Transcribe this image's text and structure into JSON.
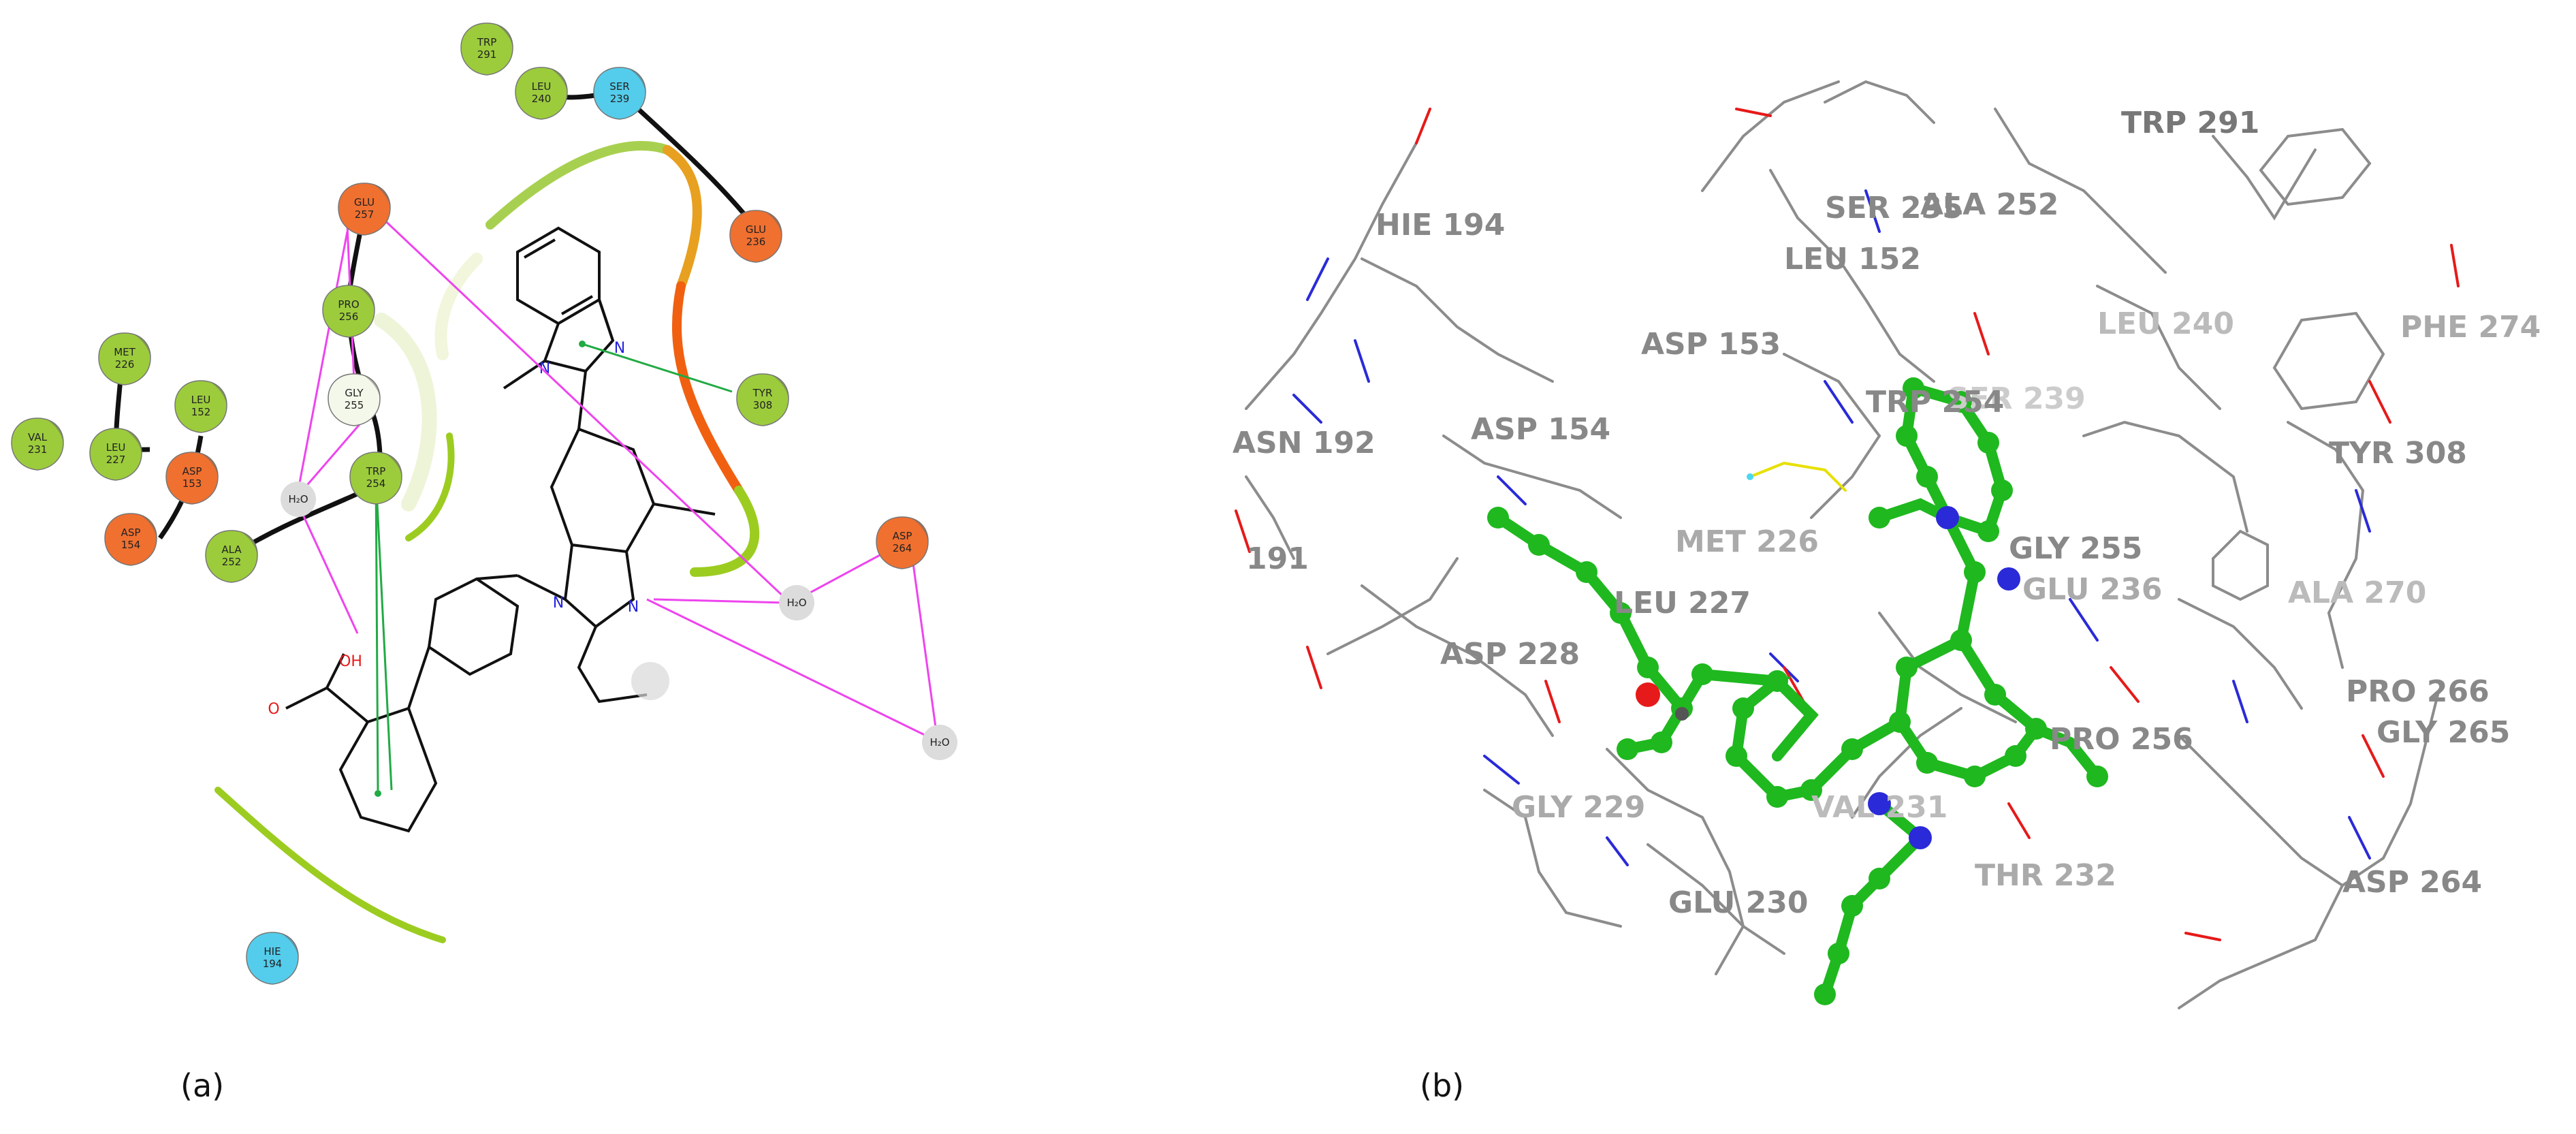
{
  "panel_a": {
    "caption": "(a)",
    "residues": [
      {
        "id": "trp291",
        "name": "TRP",
        "num": "291",
        "type": "hydrophobic"
      },
      {
        "id": "leu240",
        "name": "LEU",
        "num": "240",
        "type": "hydrophobic"
      },
      {
        "id": "ser239",
        "name": "SER",
        "num": "239",
        "type": "polar"
      },
      {
        "id": "glu236",
        "name": "GLU",
        "num": "236",
        "type": "negative"
      },
      {
        "id": "glu257",
        "name": "GLU",
        "num": "257",
        "type": "negative"
      },
      {
        "id": "pro256",
        "name": "PRO",
        "num": "256",
        "type": "hydrophobic"
      },
      {
        "id": "gly255",
        "name": "GLY",
        "num": "255",
        "type": "glycine"
      },
      {
        "id": "trp254",
        "name": "TRP",
        "num": "254",
        "type": "hydrophobic"
      },
      {
        "id": "tyr308",
        "name": "TYR",
        "num": "308",
        "type": "hydrophobic"
      },
      {
        "id": "met226",
        "name": "MET",
        "num": "226",
        "type": "hydrophobic"
      },
      {
        "id": "leu227",
        "name": "LEU",
        "num": "227",
        "type": "hydrophobic"
      },
      {
        "id": "leu152",
        "name": "LEU",
        "num": "152",
        "type": "hydrophobic"
      },
      {
        "id": "val231",
        "name": "VAL",
        "num": "231",
        "type": "hydrophobic"
      },
      {
        "id": "asp153",
        "name": "ASP",
        "num": "153",
        "type": "negative"
      },
      {
        "id": "asp154",
        "name": "ASP",
        "num": "154",
        "type": "negative"
      },
      {
        "id": "ala252",
        "name": "ALA",
        "num": "252",
        "type": "hydrophobic"
      },
      {
        "id": "asp264",
        "name": "ASP",
        "num": "264",
        "type": "negative"
      },
      {
        "id": "hie194",
        "name": "HIE",
        "num": "194",
        "type": "polar"
      }
    ],
    "waters": [
      {
        "id": "w1",
        "label": "H₂O"
      },
      {
        "id": "w2",
        "label": "H₂O"
      },
      {
        "id": "w3",
        "label": "H₂O"
      }
    ],
    "atoms": {
      "n_top": "N",
      "n_methyl": "N",
      "n_center": "N",
      "n_lower": "N",
      "oh": "OH",
      "o": "O"
    }
  },
  "panel_b": {
    "caption": "(b)",
    "labels": [
      {
        "id": "trp291",
        "text": "TRP  291"
      },
      {
        "id": "hie194",
        "text": "HIE  194"
      },
      {
        "id": "ser235",
        "text": "SER  235"
      },
      {
        "id": "ala252",
        "text": "ALA  252"
      },
      {
        "id": "leu152",
        "text": "LEU  152"
      },
      {
        "id": "leu240",
        "text": "LEU  240"
      },
      {
        "id": "phe274",
        "text": "PHE  274"
      },
      {
        "id": "asp153",
        "text": "ASP  153"
      },
      {
        "id": "ser239",
        "text": "SER  239"
      },
      {
        "id": "trp254",
        "text": "TRP  254"
      },
      {
        "id": "asn192",
        "text": "ASN  192"
      },
      {
        "id": "asp154",
        "text": "ASP  154"
      },
      {
        "id": "tyr308",
        "text": "TYR  308"
      },
      {
        "id": "met226",
        "text": "MET  226"
      },
      {
        "id": "gly255",
        "text": "GLY  255"
      },
      {
        "id": "r191",
        "text": "191"
      },
      {
        "id": "glu236",
        "text": "GLU  236"
      },
      {
        "id": "ala270",
        "text": "ALA  270"
      },
      {
        "id": "leu227",
        "text": "LEU  227"
      },
      {
        "id": "asp228",
        "text": "ASP  228"
      },
      {
        "id": "pro266",
        "text": "PRO  266"
      },
      {
        "id": "gly265",
        "text": "GLY  265"
      },
      {
        "id": "pro256",
        "text": "PRO  256"
      },
      {
        "id": "gly229",
        "text": "GLY  229"
      },
      {
        "id": "val231",
        "text": "VAL  231"
      },
      {
        "id": "thr232",
        "text": "THR  232"
      },
      {
        "id": "asp264",
        "text": "ASP  264"
      },
      {
        "id": "glu230",
        "text": "GLU  230"
      }
    ]
  },
  "colors": {
    "hydrophobic": "#9ccc3c",
    "negative": "#f07030",
    "polar": "#54cdec",
    "glycine": "#f4f8ea",
    "hbond": "#ee44ee",
    "pipi": "#22aa44",
    "ligand": "#1fb81f",
    "nitrogen": "#2222dd",
    "oxygen": "#e61a1a",
    "stick": "#888888"
  }
}
